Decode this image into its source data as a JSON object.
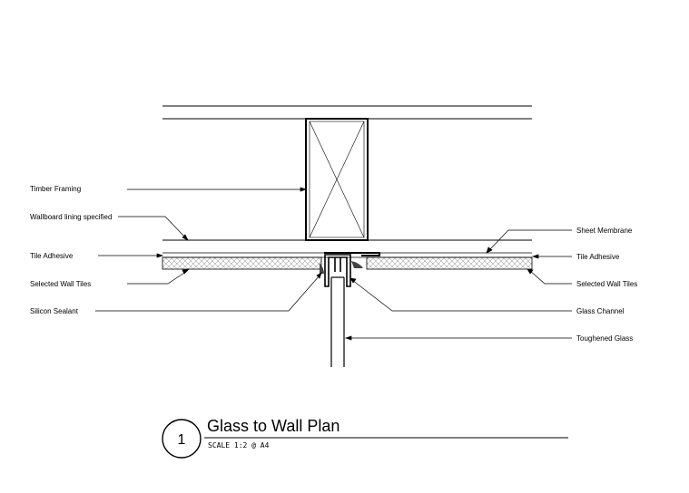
{
  "labels": {
    "timber_framing": "Timber Framing",
    "wallboard_lining": "Wallboard lining specified",
    "tile_adhesive_left": "Tile Adhesive",
    "selected_wall_tiles_left": "Selected Wall Tiles",
    "silicon_sealant": "Silicon Sealant",
    "sheet_membrane": "Sheet Membrane",
    "tile_adhesive_right": "Tile Adhesive",
    "selected_wall_tiles_right": "Selected Wall Tiles",
    "glass_channel": "Glass Channel",
    "toughened_glass": "Toughened Glass"
  },
  "title_block": {
    "number": "1",
    "title": "Glass to Wall Plan",
    "scale": "SCALE  1:2  @  A4"
  }
}
